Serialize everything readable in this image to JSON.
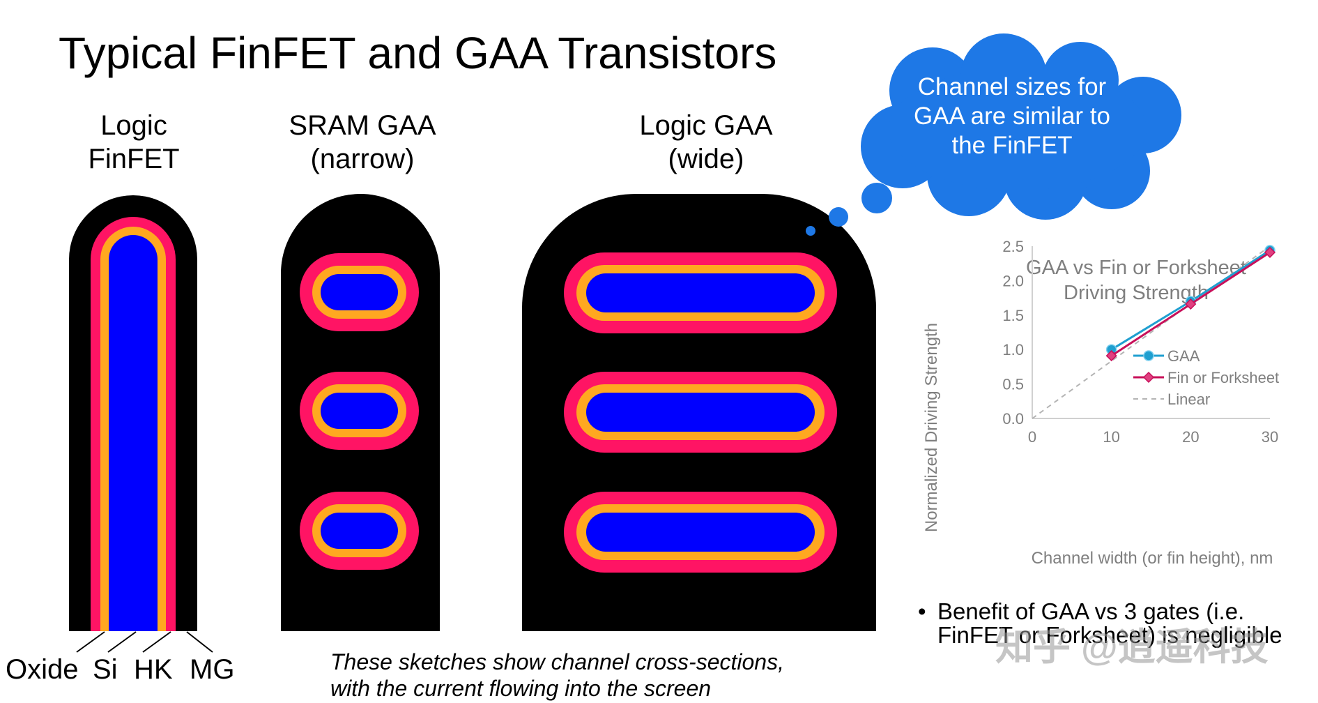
{
  "title": "Typical FinFET and GAA Transistors",
  "panels": {
    "finfet": {
      "line1": "Logic",
      "line2": "FinFET"
    },
    "sram": {
      "line1": "SRAM GAA",
      "line2": "(narrow)"
    },
    "logic_gaa": {
      "line1": "Logic GAA",
      "line2": "(wide)"
    }
  },
  "layer_labels": {
    "oxide": "Oxide",
    "si": "Si",
    "hk": "HK",
    "mg": "MG"
  },
  "caption": {
    "line1": "These sketches show channel cross-sections,",
    "line2": "with the current flowing into the screen"
  },
  "cloud": {
    "line1": "Channel sizes for",
    "line2": "GAA are similar to",
    "line3": "the FinFET"
  },
  "bullet": {
    "dot": "•",
    "text": "Benefit of GAA vs 3 gates (i.e. FinFET or Forksheet) is negligible"
  },
  "watermark": "知乎 @逍遥科技",
  "colors": {
    "metal_gate": "#000000",
    "high_k": "#ff1464",
    "oxide": "#ffa820",
    "silicon": "#0000ff",
    "cloud": "#1e78e6",
    "gaa_series": "#1f9fd0",
    "fin_series": "#c8105a",
    "linear_series": "#b4b4b4"
  },
  "chart_data": {
    "type": "line",
    "title": "GAA vs Fin or Forksheet Driving Strength",
    "title_lines": [
      "GAA vs Fin or Forksheet",
      "Driving Strength"
    ],
    "xlabel": "Channel width (or fin height), nm",
    "ylabel": "Normalized Driving Strength",
    "xlim": [
      0,
      30
    ],
    "ylim": [
      0,
      2.5
    ],
    "xticks": [
      0,
      10,
      20,
      30
    ],
    "yticks": [
      "0.0",
      "0.5",
      "1.0",
      "1.5",
      "2.0",
      "2.5"
    ],
    "grid": false,
    "legend_position": "bottom-right",
    "series": [
      {
        "name": "GAA",
        "x": [
          10,
          20,
          30
        ],
        "y": [
          1.0,
          1.7,
          2.44
        ],
        "marker": "circle",
        "style": "solid"
      },
      {
        "name": "Fin or Forksheet",
        "x": [
          10,
          20,
          30
        ],
        "y": [
          0.91,
          1.66,
          2.41
        ],
        "marker": "diamond",
        "style": "solid"
      },
      {
        "name": "Linear",
        "x": [
          0,
          30
        ],
        "y": [
          0,
          2.5
        ],
        "marker": "none",
        "style": "dashed"
      }
    ]
  }
}
